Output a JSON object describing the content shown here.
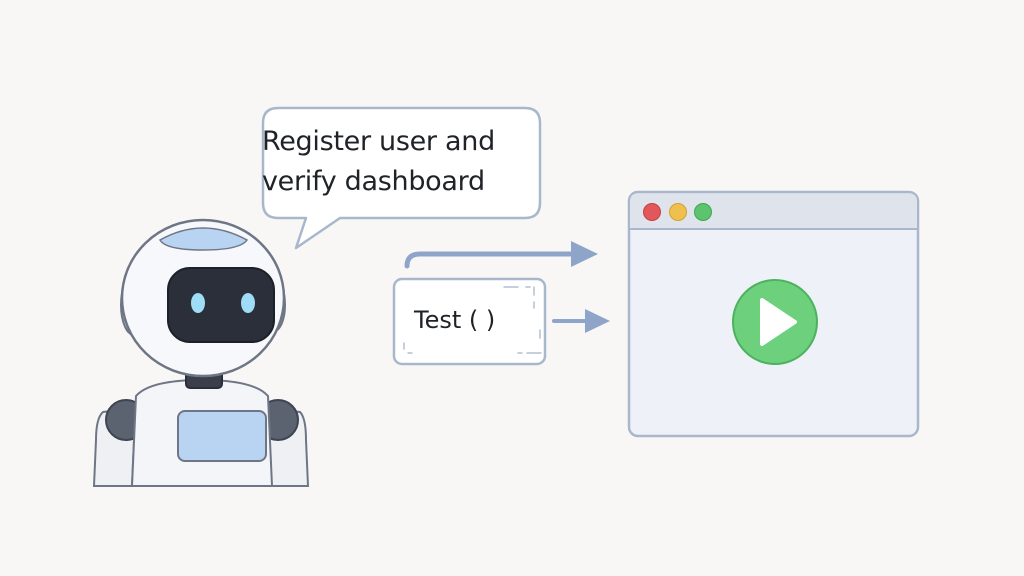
{
  "speech_bubble": {
    "line1": "Register user and",
    "line2": "verify dashboard"
  },
  "test_card": {
    "label": "Test ( )"
  },
  "colors": {
    "outline": "#a9b7cc",
    "arrow": "#8ea4c8",
    "robot_visor": "#2b2f3a",
    "robot_eyes": "#9fdcf5",
    "robot_accent": "#b9d3f2",
    "browser_bg": "#eef1f7",
    "titlebar": "#dfe4ec",
    "dot_red": "#e2585a",
    "dot_yellow": "#f0c04e",
    "dot_green": "#5cc36e",
    "play": "#6cd07c"
  },
  "icons": {
    "robot": "robot-assistant-icon",
    "play": "play-icon",
    "arrows": "arrow-right-icon"
  }
}
